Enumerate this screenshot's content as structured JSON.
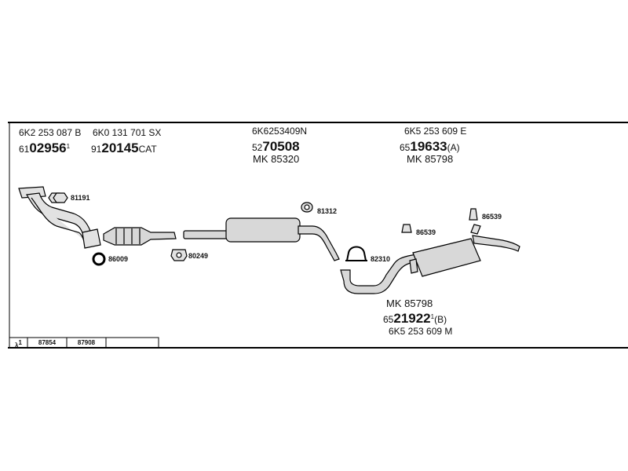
{
  "groups": [
    {
      "oem": "6K2 253 087 B",
      "part_prefix": "61",
      "part_main": "02956",
      "part_suffix": "1",
      "part_tail": ""
    },
    {
      "oem": "6K0 131 701 SX",
      "part_prefix": "91",
      "part_main": "20145",
      "part_suffix": "",
      "part_tail": "CAT"
    },
    {
      "oem": "6K6253409N",
      "part_prefix": "52",
      "part_main": "70508",
      "part_suffix": "",
      "part_tail": "",
      "mk": "MK 85320"
    },
    {
      "oem": "6K5 253 609 E",
      "part_prefix": "65",
      "part_main": "19633",
      "part_suffix": "",
      "part_tail": "(A)",
      "mk": "MK 85798"
    },
    {
      "oem": "6K5 253 609 M",
      "part_prefix": "65",
      "part_main": "21922",
      "part_suffix": "1",
      "part_tail": "(B)",
      "mk": "MK 85798"
    }
  ],
  "small_parts": [
    "81191",
    "86009",
    "80249",
    "81312",
    "82310",
    "86539",
    "86539"
  ],
  "reference_row": {
    "symbol": "λ",
    "sup": "1",
    "values": [
      "87854",
      "87908"
    ]
  },
  "colors": {
    "ink": "#111111",
    "fill": "#d8d8d8",
    "line": "#000000"
  }
}
